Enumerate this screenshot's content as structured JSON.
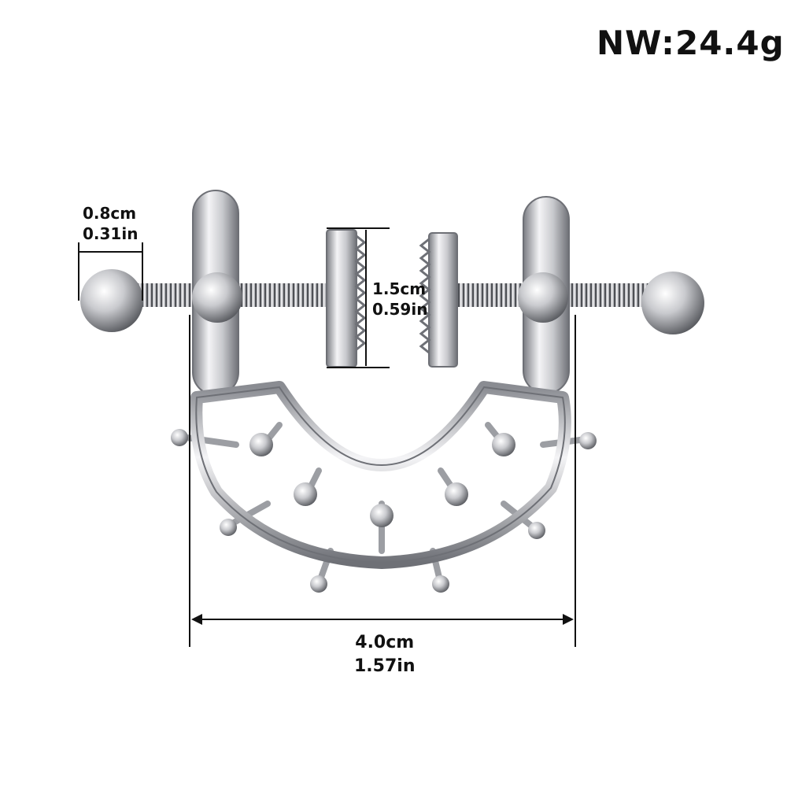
{
  "product": {
    "net_weight": "NW:24.4g",
    "dimensions": {
      "ball_width_cm": "0.8cm",
      "ball_width_in": "0.31in",
      "pad_gap_cm": "1.5cm",
      "pad_gap_in": "0.59in",
      "total_width_cm": "4.0cm",
      "total_width_in": "1.57in"
    }
  },
  "colors": {
    "metal_light": "#f4f4f6",
    "metal_mid": "#c8c9cd",
    "metal_dark": "#7a7c82",
    "dimension_line": "#111111"
  }
}
